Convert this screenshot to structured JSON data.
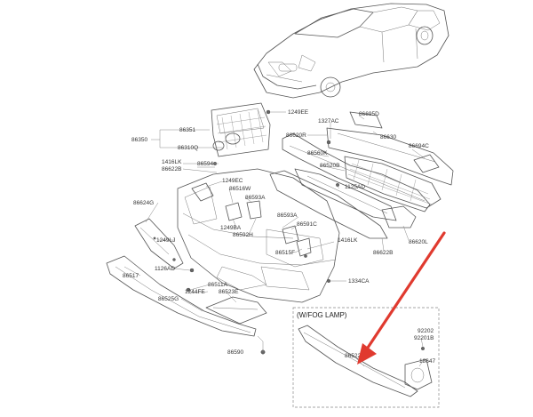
{
  "inset": {
    "title": "(W/FOG LAMP)"
  },
  "accent": "#e03a2f",
  "callouts": [
    {
      "id": "c-1249ee-top",
      "text": "1249EE"
    },
    {
      "id": "c-86351",
      "text": "86351"
    },
    {
      "id": "c-86350",
      "text": "86350"
    },
    {
      "id": "c-86310q",
      "text": "86310Q"
    },
    {
      "id": "c-1416lk-a",
      "text": "1416LK"
    },
    {
      "id": "c-86594",
      "text": "86594"
    },
    {
      "id": "c-86622b",
      "text": "86622B"
    },
    {
      "id": "c-1249ec",
      "text": "1249EC"
    },
    {
      "id": "c-86516w",
      "text": "86516W"
    },
    {
      "id": "c-86593a",
      "text": "86593A"
    },
    {
      "id": "c-86624g",
      "text": "86624G"
    },
    {
      "id": "c-1249ba",
      "text": "1249BA"
    },
    {
      "id": "c-86592h",
      "text": "86592H"
    },
    {
      "id": "c-1249lj",
      "text": "1249LJ"
    },
    {
      "id": "c-86517",
      "text": "86517"
    },
    {
      "id": "c-1126ad",
      "text": "1126AD"
    },
    {
      "id": "c-86511a",
      "text": "86511A"
    },
    {
      "id": "c-1244fe",
      "text": "1244FE"
    },
    {
      "id": "c-86523e",
      "text": "86523E"
    },
    {
      "id": "c-86525g",
      "text": "86525G"
    },
    {
      "id": "c-86590",
      "text": "86590"
    },
    {
      "id": "c-1327ac",
      "text": "1327AC"
    },
    {
      "id": "c-86695d",
      "text": "86695D"
    },
    {
      "id": "c-86620r",
      "text": "86620R"
    },
    {
      "id": "c-86630",
      "text": "86630"
    },
    {
      "id": "c-86560k",
      "text": "86560K"
    },
    {
      "id": "c-86694c",
      "text": "86694C"
    },
    {
      "id": "c-86520b",
      "text": "86520B"
    },
    {
      "id": "c-1125ad",
      "text": "1125AD"
    },
    {
      "id": "c-86593a-b",
      "text": "86593A"
    },
    {
      "id": "c-86591c",
      "text": "86591C"
    },
    {
      "id": "c-1416lk-b",
      "text": "1416LK"
    },
    {
      "id": "c-86515f",
      "text": "86515F"
    },
    {
      "id": "c-86622b-b",
      "text": "86622B"
    },
    {
      "id": "c-86620l",
      "text": "86620L"
    },
    {
      "id": "c-1334ca",
      "text": "1334CA"
    },
    {
      "id": "c-92202",
      "text": "92202"
    },
    {
      "id": "c-92201b",
      "text": "92201B"
    },
    {
      "id": "c-86522b",
      "text": "86522B"
    },
    {
      "id": "c-18647",
      "text": "18647"
    }
  ]
}
